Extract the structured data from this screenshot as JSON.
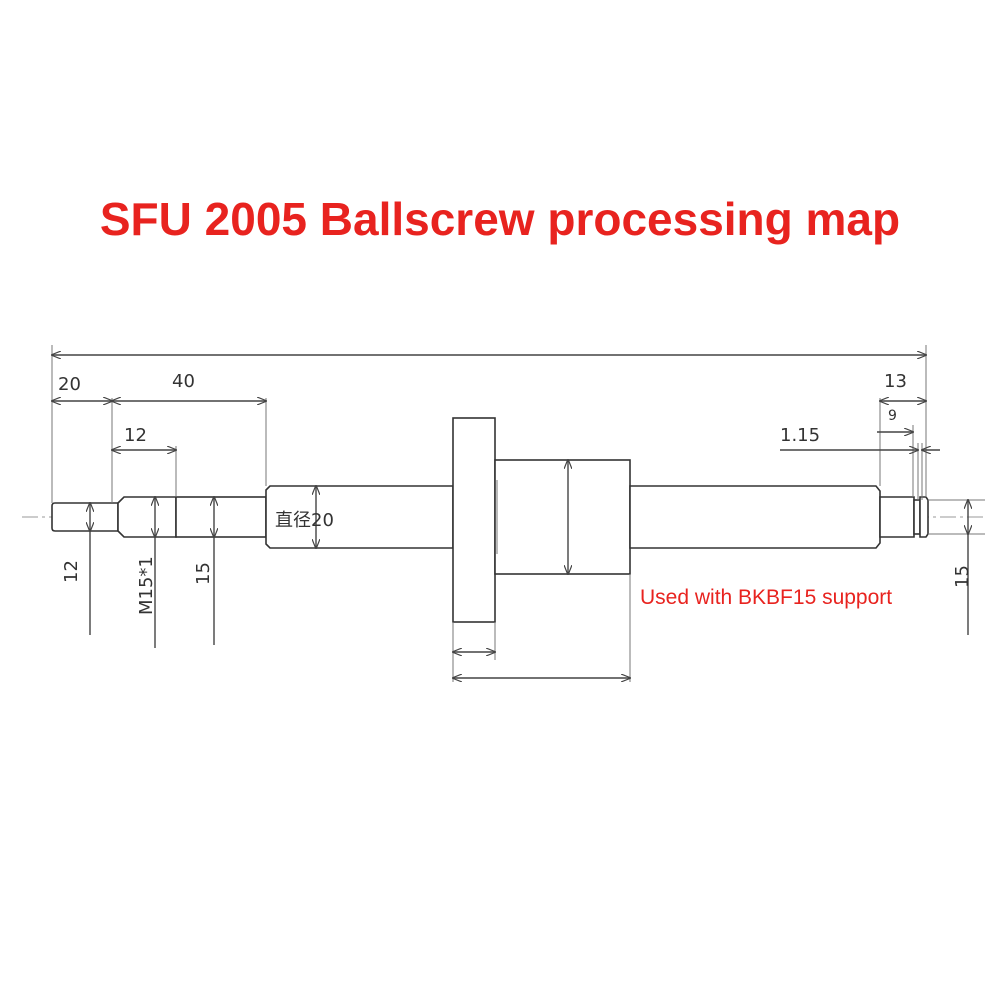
{
  "title": "SFU 2005 Ballscrew processing map",
  "note": "Used with BKBF15 support",
  "dimensions": {
    "d20": "20",
    "d40": "40",
    "d12_top": "12",
    "d13": "13",
    "d9": "9",
    "d115": "1.15",
    "diameter": "直径20",
    "d12_left": "12",
    "thread": "M15*1",
    "d15_left": "15",
    "d15_right": "15"
  },
  "colors": {
    "title": "#e8231f",
    "note": "#e8231f",
    "line": "#444444"
  }
}
